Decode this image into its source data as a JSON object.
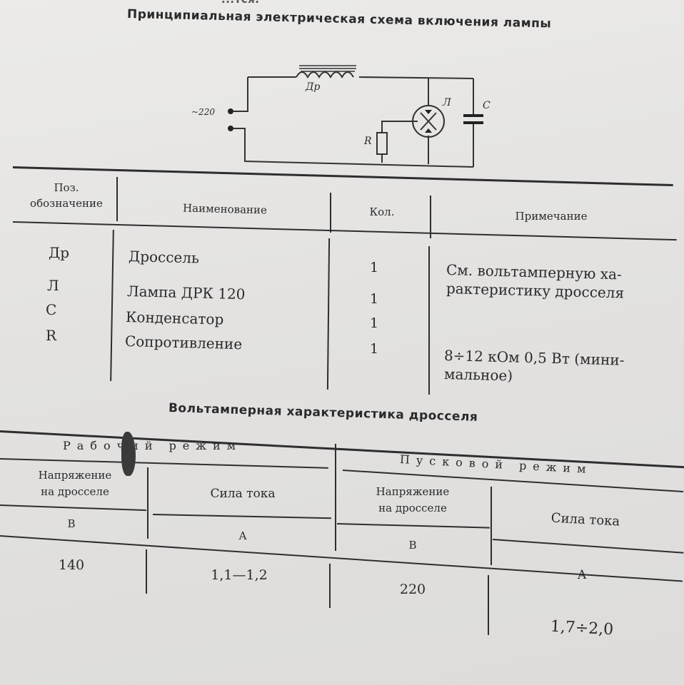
{
  "top_fragment": "...тся.",
  "schematic": {
    "title": "Принципиальная электрическая схема включения лампы",
    "labels": {
      "supply": "~220",
      "choke": "Др",
      "lamp": "Л",
      "capacitor": "С",
      "resistor": "R"
    }
  },
  "components_table": {
    "headers": {
      "pos_line1": "Поз.",
      "pos_line2": "обозначение",
      "name": "Наименование",
      "qty": "Кол.",
      "note": "Примечание"
    },
    "rows": [
      {
        "pos": "Др",
        "name": "Дроссель",
        "qty": "1",
        "note_line1": "См. вольтамперную ха-",
        "note_line2": "рактеристику дросселя"
      },
      {
        "pos": "Л",
        "name": "Лампа ДРК 120",
        "qty": "1",
        "note_line1": "",
        "note_line2": ""
      },
      {
        "pos": "С",
        "name": "Конденсатор",
        "qty": "1",
        "note_line1": "",
        "note_line2": ""
      },
      {
        "pos": "R",
        "name": "Сопротивление",
        "qty": "1",
        "note_line1": "8÷12 кОм 0,5 Вт (мини-",
        "note_line2": "мальное)"
      }
    ]
  },
  "vac_table": {
    "title": "Вольтамперная характеристика дросселя",
    "work_mode": "Рабочий режим",
    "start_mode": "Пусковой режим",
    "voltage_line1": "Напряжение",
    "voltage_line2": "на дросселе",
    "current": "Сила тока",
    "unit_v": "В",
    "unit_a": "А",
    "work_voltage": "140",
    "work_current": "1,1—1,2",
    "start_voltage": "220",
    "start_current": "1,7÷2,0"
  }
}
